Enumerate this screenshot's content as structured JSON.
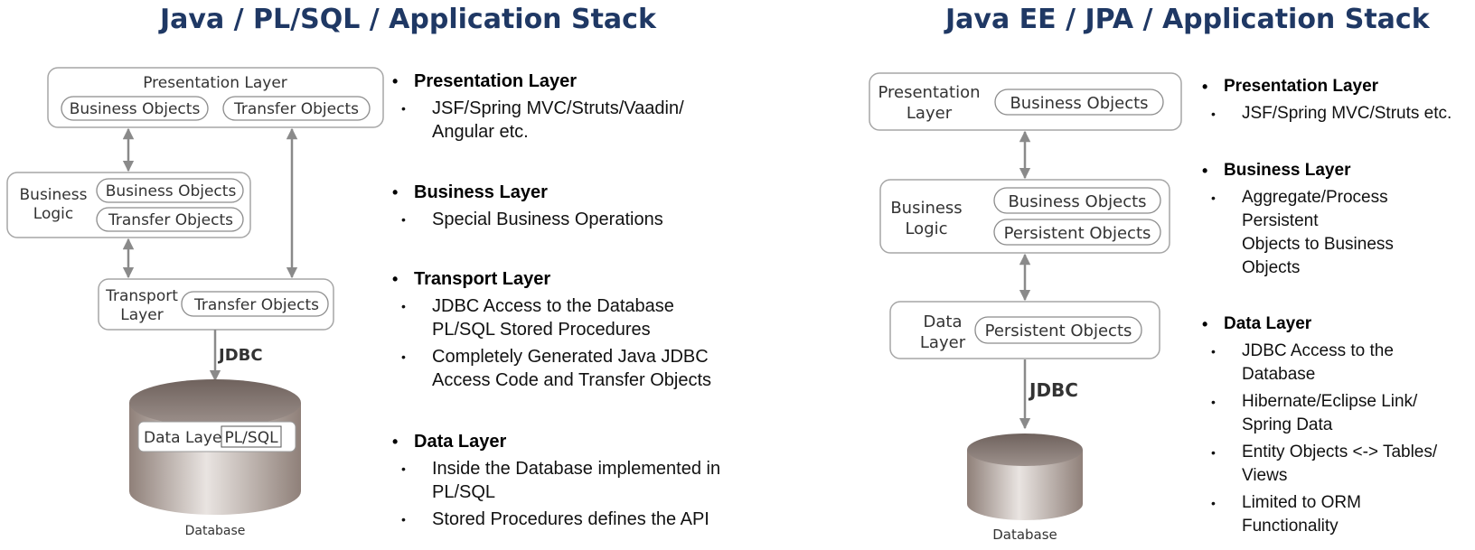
{
  "left": {
    "title": "Java / PL/SQL / Application Stack",
    "diagram": {
      "presentation_label": "Presentation Layer",
      "pres_pill_1": "Business Objects",
      "pres_pill_2": "Transfer Objects",
      "business_label_1": "Business",
      "business_label_2": "Logic",
      "bus_pill_1": "Business Objects",
      "bus_pill_2": "Transfer Objects",
      "transport_label_1": "Transport",
      "transport_label_2": "Layer",
      "transport_pill": "Transfer Objects",
      "jdbc": "JDBC",
      "data_layer": "Data Layer",
      "plsql": "PL/SQL",
      "database": "Database"
    },
    "sections": [
      {
        "heading": "Presentation Layer",
        "items": [
          "JSF/Spring MVC/Struts/Vaadin/\nAngular etc."
        ]
      },
      {
        "heading": "Business Layer",
        "items": [
          "Special Business Operations"
        ]
      },
      {
        "heading": "Transport Layer",
        "items": [
          "JDBC Access to the Database\nPL/SQL Stored Procedures",
          "Completely Generated Java JDBC\nAccess Code and Transfer Objects"
        ]
      },
      {
        "heading": "Data Layer",
        "items": [
          "Inside the Database implemented in\nPL/SQL",
          "Stored Procedures defines the API"
        ]
      }
    ]
  },
  "right": {
    "title": "Java EE / JPA / Application Stack",
    "diagram": {
      "presentation_label_1": "Presentation",
      "presentation_label_2": "Layer",
      "pres_pill": "Business Objects",
      "business_label_1": "Business",
      "business_label_2": "Logic",
      "bus_pill_1": "Business Objects",
      "bus_pill_2": "Persistent Objects",
      "data_label_1": "Data",
      "data_label_2": "Layer",
      "data_pill": "Persistent Objects",
      "jdbc": "JDBC",
      "database": "Database"
    },
    "sections": [
      {
        "heading": "Presentation Layer",
        "items": [
          "JSF/Spring MVC/Struts etc."
        ]
      },
      {
        "heading": "Business Layer",
        "items": [
          "Aggregate/Process\nPersistent\nObjects to Business\nObjects"
        ]
      },
      {
        "heading": "Data Layer",
        "items": [
          "JDBC Access to the\nDatabase",
          "Hibernate/Eclipse Link/\nSpring Data",
          "Entity Objects <-> Tables/\nViews",
          "Limited to ORM\nFunctionality"
        ]
      }
    ]
  },
  "colors": {
    "title": "#1f3864",
    "connector": "#8a8a8a",
    "box_border": "#a6a6a6"
  }
}
